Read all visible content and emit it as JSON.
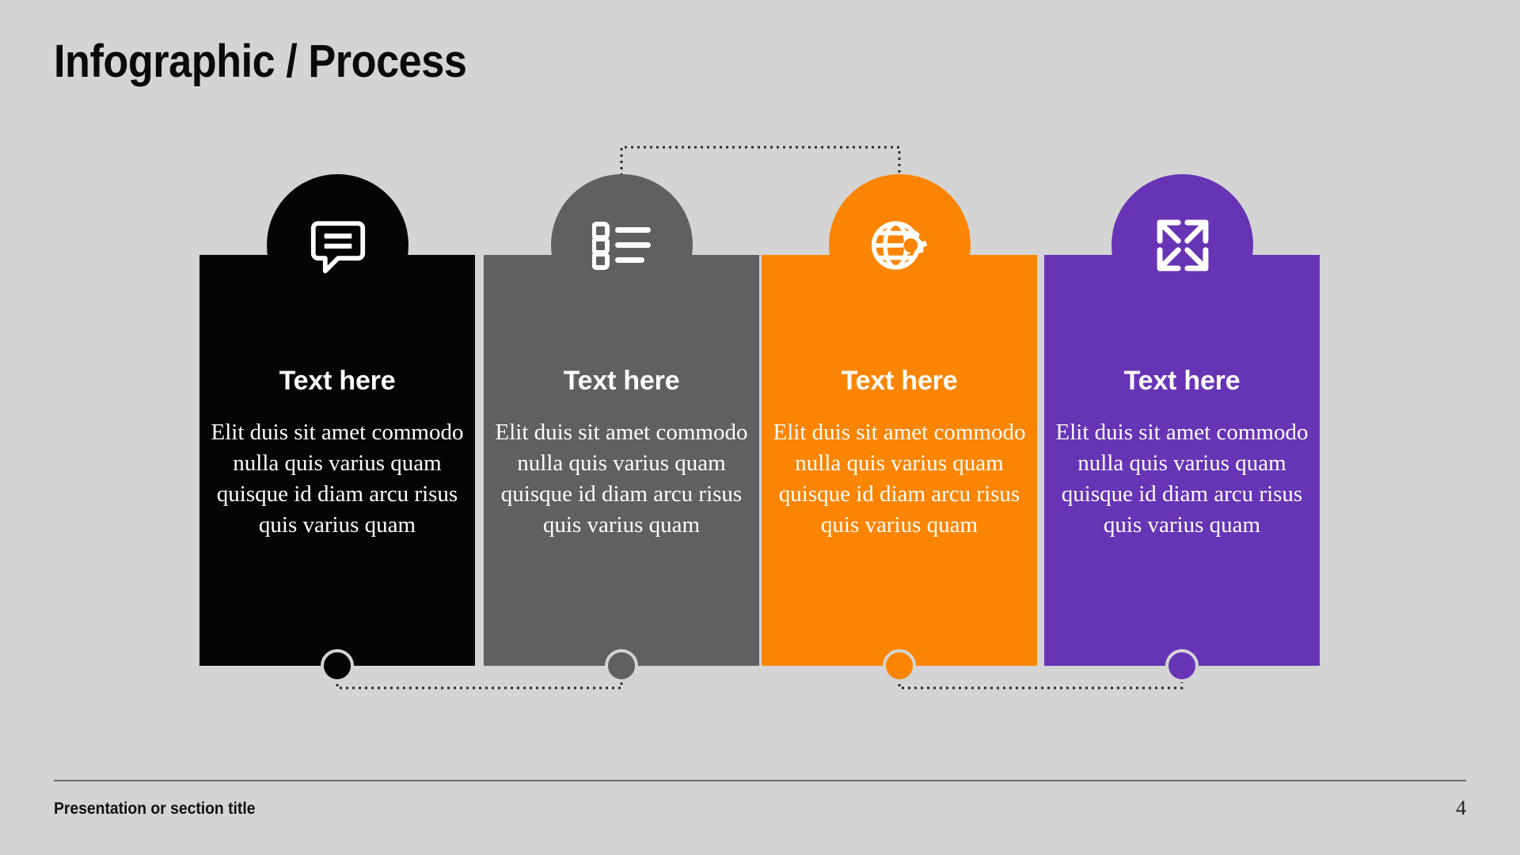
{
  "slide": {
    "title": "Infographic / Process",
    "background_color": "#d4d4d4"
  },
  "footer": {
    "title": "Presentation or section title",
    "page_number": "4",
    "rule_color": "#6b6b6b"
  },
  "diagram": {
    "type": "process",
    "step_count": 4,
    "steps": [
      {
        "heading": "Text here",
        "body": "Elit duis sit amet commodo nulla quis varius quam quisque id diam arcu risus quis varius quam",
        "color": "#050505",
        "icon": "speech-bubble-icon"
      },
      {
        "heading": "Text here",
        "body": "Elit duis sit amet commodo nulla quis varius quam quisque id diam arcu risus quis varius quam",
        "color": "#606060",
        "icon": "bulleted-list-icon"
      },
      {
        "heading": "Text here",
        "body": "Elit duis sit amet commodo nulla quis varius quam quisque id diam arcu risus quis varius quam",
        "color": "#fb8500",
        "icon": "globe-gear-icon"
      },
      {
        "heading": "Text here",
        "body": "Elit duis sit amet commodo nulla quis varius quam quisque id diam arcu risus quis varius quam",
        "color": "#6734b5",
        "icon": "expand-arrows-icon"
      }
    ],
    "connectors": [
      {
        "name": "top-connector-step2-step3",
        "position": "above",
        "from_step": 2,
        "to_step": 3,
        "style": "dotted"
      },
      {
        "name": "bottom-connector-step1-step2",
        "position": "below",
        "from_step": 1,
        "to_step": 2,
        "style": "dotted"
      },
      {
        "name": "bottom-connector-step3-step4",
        "position": "below",
        "from_step": 3,
        "to_step": 4,
        "style": "dotted"
      }
    ],
    "connector_color": "#2b2b2b"
  }
}
